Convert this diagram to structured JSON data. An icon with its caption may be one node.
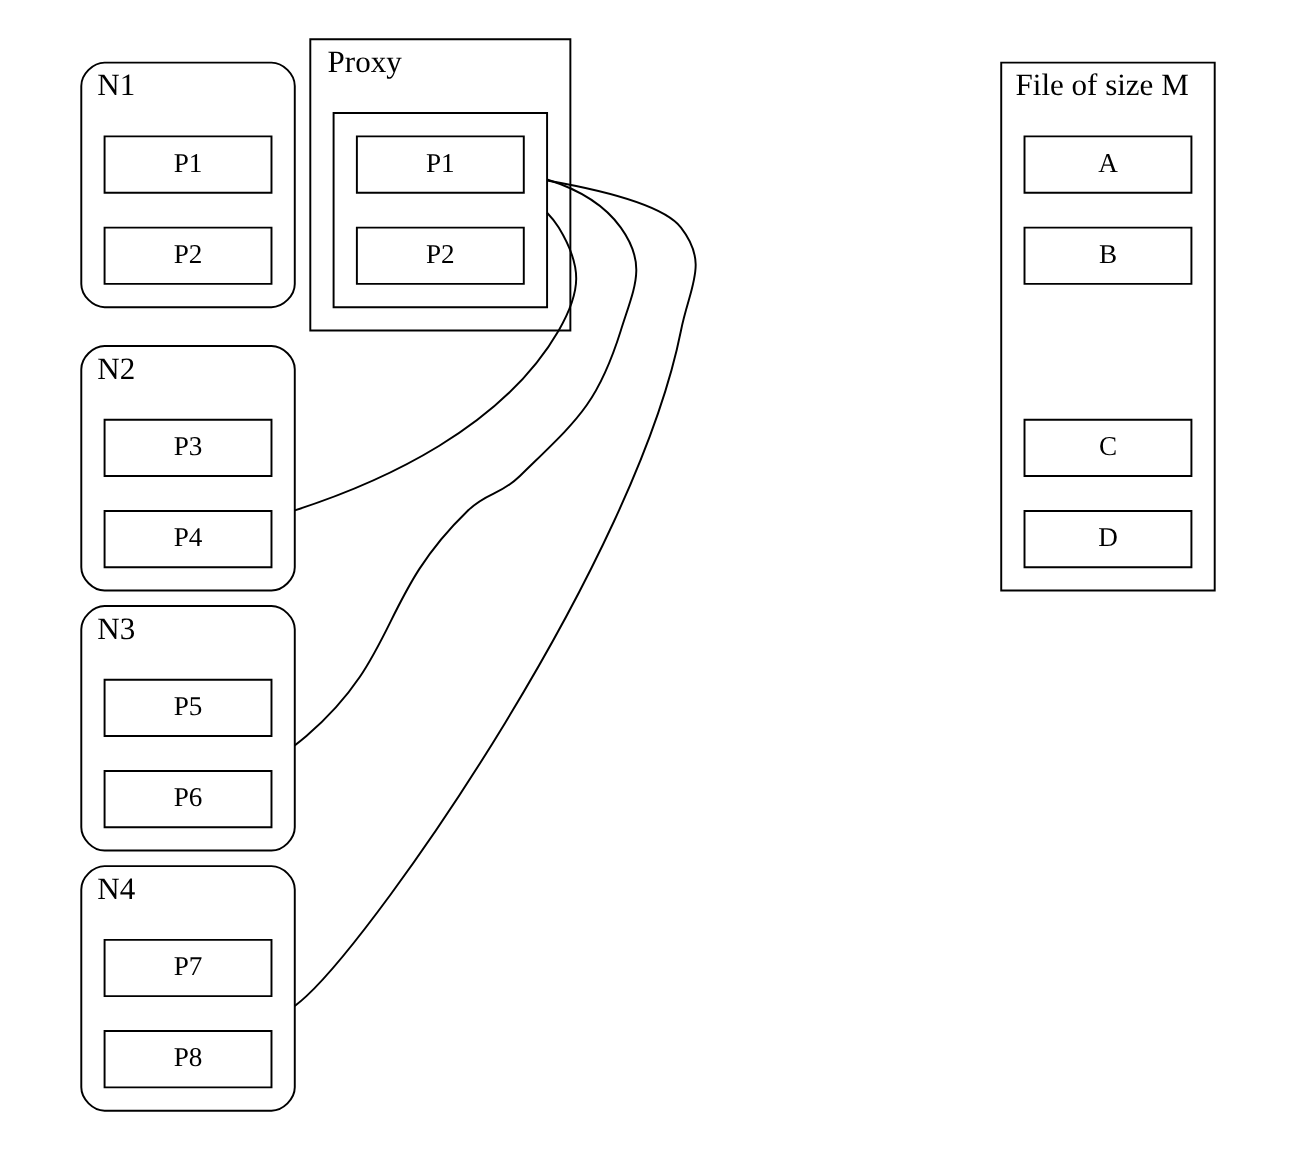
{
  "diagram": {
    "nodes": [
      {
        "text": [
          "N1"
        ]
      },
      {
        "text": [
          "P1"
        ],
        "in": 0
      },
      {
        "text": [
          "P2"
        ],
        "in": 0
      },
      {
        "text": [
          "N2"
        ]
      },
      {
        "text": [
          "P3"
        ],
        "in": 3
      },
      {
        "text": [
          "P4"
        ],
        "in": 3
      },
      {
        "text": [
          "N3"
        ]
      },
      {
        "text": [
          "P5"
        ],
        "in": 6
      },
      {
        "text": [
          "P6"
        ],
        "in": 6
      },
      {
        "text": [
          "N4"
        ]
      },
      {
        "text": [
          "P7"
        ],
        "in": 9
      },
      {
        "text": [
          "P8"
        ],
        "in": 9
      },
      {
        "text": [
          "File of size M"
        ]
      },
      {
        "text": [
          "A"
        ],
        "in": 12
      },
      {
        "text": [
          "B"
        ],
        "in": 12
      },
      {
        "text": [
          "C"
        ],
        "in": 12
      },
      {
        "text": [
          "D"
        ],
        "in": 12
      },
      {
        "text": [
          "Proxy"
        ]
      },
      {
        "text": [],
        "shape": "box",
        "in": 17
      },
      {
        "text": [
          "P1"
        ],
        "in": 18
      },
      {
        "text": [
          "P2"
        ],
        "in": 18
      }
    ],
    "edges": [
      {
        "from": 3,
        "to": 18,
        "arrow": "none"
      },
      {
        "from": 6,
        "to": 18,
        "arrow": "none"
      },
      {
        "from": 9,
        "to": 18,
        "arrow": "none"
      }
    ]
  }
}
